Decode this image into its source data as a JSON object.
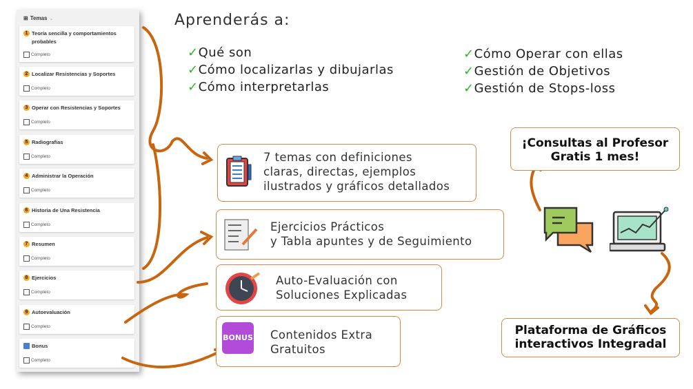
{
  "sidebar": {
    "header": "Temas",
    "items": [
      {
        "num": "1",
        "title": "Teoría sencilla y comportamientos probables",
        "status": "Completo"
      },
      {
        "num": "2",
        "title": "Localizar Resistencias y Soportes",
        "status": "Completo"
      },
      {
        "num": "3",
        "title": "Operar con Resistencias y Soportes",
        "status": "Completo"
      },
      {
        "num": "5",
        "title": "Radiografías",
        "status": "Completo"
      },
      {
        "num": "4",
        "title": "Administrar la Operación",
        "status": "Completo"
      },
      {
        "num": "6",
        "title": "Historia de Una Resistencia",
        "status": "Completo"
      },
      {
        "num": "7",
        "title": "Resumen",
        "status": "Completo"
      },
      {
        "num": "8",
        "title": "Ejercicios",
        "status": "Completo"
      },
      {
        "num": "9",
        "title": "Autoevaluación",
        "status": "Completo"
      },
      {
        "num": "",
        "title": "Bonus",
        "status": "Completo"
      }
    ]
  },
  "main": {
    "title": "Aprenderás a:",
    "learn_left": [
      "Qué son",
      "Cómo localizarlas y dibujarlas",
      "Cómo interpretarlas"
    ],
    "learn_right": [
      "Cómo Operar con ellas",
      "Gestión de Objetivos",
      "Gestión de Stops-loss"
    ],
    "check": "✓",
    "features": [
      {
        "lines": [
          "7 temas con definiciones",
          "claras, directas, ejemplos",
          "ilustrados y gráficos detallados"
        ]
      },
      {
        "lines": [
          "Ejercicios Prácticos",
          "y Tabla apuntes y de Seguimiento"
        ]
      },
      {
        "lines": [
          "Auto-Evaluación con",
          "Soluciones Explicadas"
        ]
      },
      {
        "lines": [
          "Contenidos Extra",
          "Gratuitos"
        ]
      }
    ],
    "bonus_badge": "BONUS",
    "consultas": [
      "¡Consultas al Profesor",
      "Gratis 1 mes!"
    ],
    "plataforma": [
      "Plataforma de Gráficos",
      "interactivos Integradal"
    ]
  },
  "colors": {
    "accent": "#c8650f",
    "check": "#2ab52a",
    "badge": "#f5a623"
  }
}
